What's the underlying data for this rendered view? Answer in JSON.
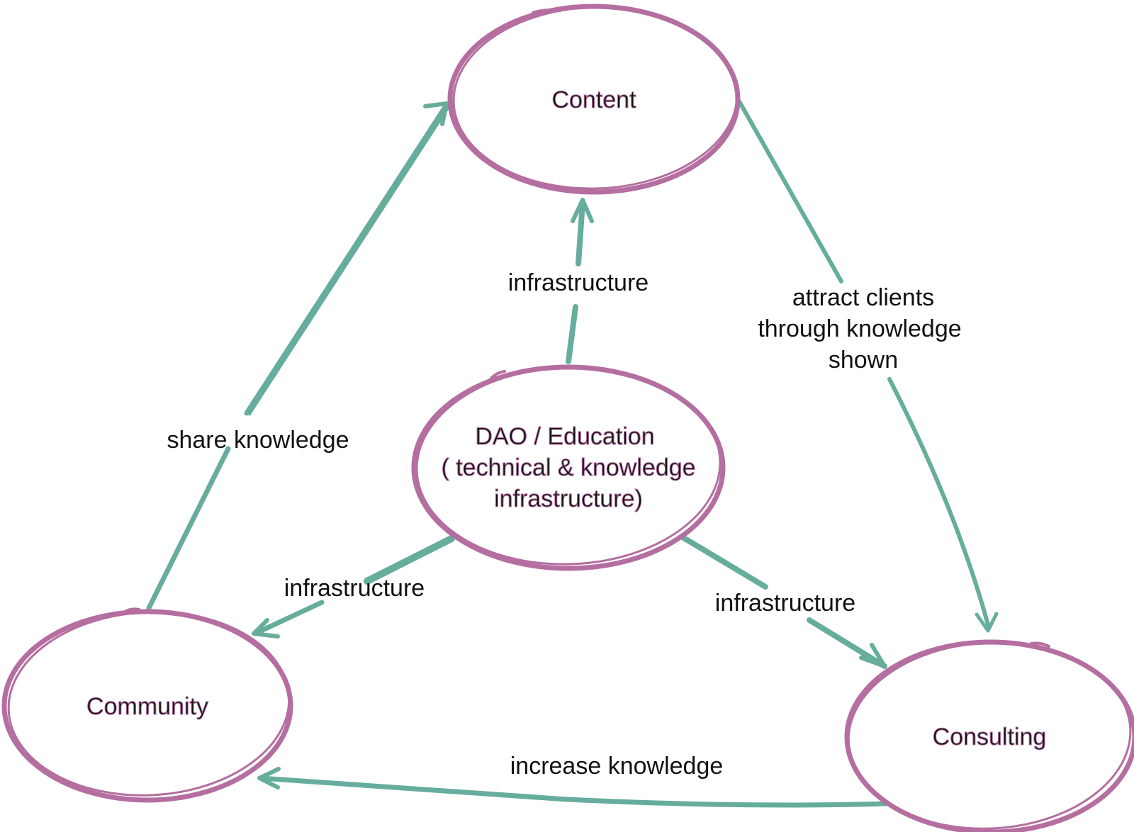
{
  "colors": {
    "node_stroke": "#b46ea0",
    "edge_stroke": "#66ad9d",
    "text": "#111111",
    "background": "#ffffff"
  },
  "nodes": {
    "content": {
      "label": "Content"
    },
    "dao": {
      "line1": "DAO / Education",
      "line2": "( technical & knowledge",
      "line3": "infrastructure)"
    },
    "community": {
      "label": "Community"
    },
    "consulting": {
      "label": "Consulting"
    }
  },
  "edges": {
    "share_knowledge": {
      "label": "share knowledge"
    },
    "dao_to_content": {
      "label": "infrastructure"
    },
    "attract_clients": {
      "line1": "attract clients",
      "line2": "through knowledge",
      "line3": "shown"
    },
    "dao_to_community": {
      "label": "infrastructure"
    },
    "dao_to_consulting": {
      "label": "infrastructure"
    },
    "increase_knowledge": {
      "label": "increase knowledge"
    }
  }
}
